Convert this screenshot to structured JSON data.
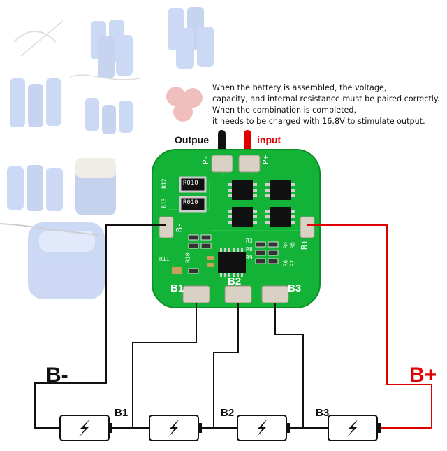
{
  "note": [
    "When the battery is assembled, the voltage,",
    "capacity, and internal resistance must be paired correctly.",
    "When the combination is completed,",
    "it needs to be charged with 16.8V to stimulate output."
  ],
  "probes": {
    "output": "Outpue",
    "input": "input"
  },
  "terminals": {
    "negative": "B-",
    "positive": "B+"
  },
  "board": {
    "pads": [
      "B1",
      "B2",
      "B3"
    ],
    "side_pads": [
      "B-",
      "B+"
    ],
    "top_pads": [
      "P-",
      "P+"
    ],
    "resistors": [
      "R010",
      "R010"
    ],
    "silk_refs": [
      "R12",
      "R13",
      "R11",
      "R3",
      "R4",
      "R5",
      "R6",
      "R7",
      "R8",
      "R9",
      "R10"
    ]
  },
  "cells": {
    "taps": [
      "B1",
      "B2",
      "B3"
    ],
    "count": 4,
    "icon": "battery-lightning-icon"
  },
  "colors": {
    "board": "#12b336",
    "wire_black": "#111111",
    "wire_red": "#e00000",
    "pad": "#d9d2c4"
  }
}
